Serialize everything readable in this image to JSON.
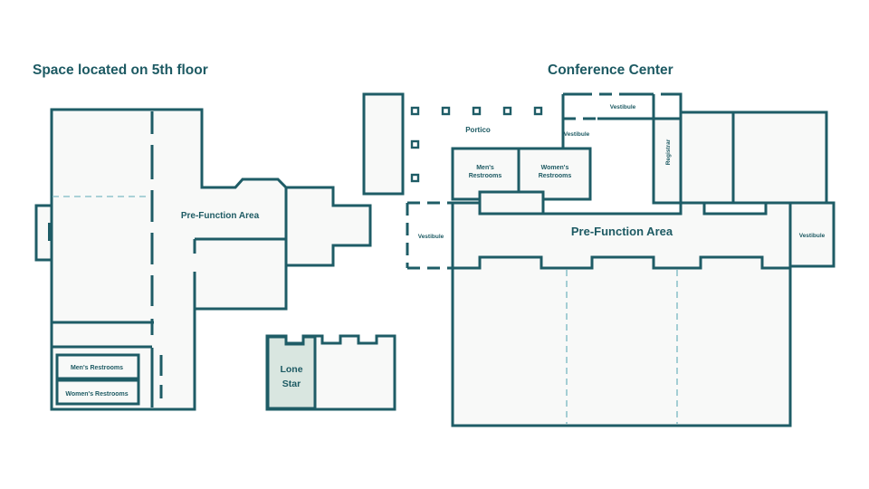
{
  "sections": {
    "fifth_floor_title": "Space located on 5th floor",
    "conference_center_title": "Conference Center"
  },
  "rooms": {
    "left_prefunction": "Pre-Function Area",
    "left_mens": "Men's Restrooms",
    "left_womens": "Women's Restrooms",
    "lone_star_line1": "Lone",
    "lone_star_line2": "Star",
    "portico": "Portico",
    "vestibule_top": "Vestibule",
    "vestibule_portico": "Vestibule",
    "registrar": "Registrar",
    "cc_mens_line1": "Men's",
    "cc_mens_line2": "Restrooms",
    "cc_womens_line1": "Women's",
    "cc_womens_line2": "Restrooms",
    "cc_prefunction": "Pre-Function Area",
    "vestibule_left": "Vestibule",
    "vestibule_right": "Vestibule"
  },
  "colors": {
    "wall": "#1e5c66",
    "title": "#1d5a63",
    "highlight_room": "#d9e6e0",
    "divider_light": "#8fc4cc"
  }
}
